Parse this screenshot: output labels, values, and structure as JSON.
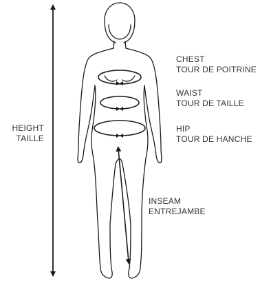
{
  "colors": {
    "line": "#1a1a1a",
    "text": "#333333",
    "background": "#ffffff"
  },
  "labels": {
    "height": {
      "en": "HEIGHT",
      "fr": "TAILLE"
    },
    "chest": {
      "en": "CHEST",
      "fr": "TOUR DE POITRINE"
    },
    "waist": {
      "en": "WAIST",
      "fr": "TOUR DE TAILLE"
    },
    "hip": {
      "en": "HIP",
      "fr": "TOUR DE HANCHE"
    },
    "inseam": {
      "en": "INSEAM",
      "fr": "ENTREJAMBE"
    }
  },
  "icons": [
    "body-silhouette-icon",
    "height-arrow-icon",
    "inseam-arrow-icon",
    "tape-measure-icon"
  ]
}
